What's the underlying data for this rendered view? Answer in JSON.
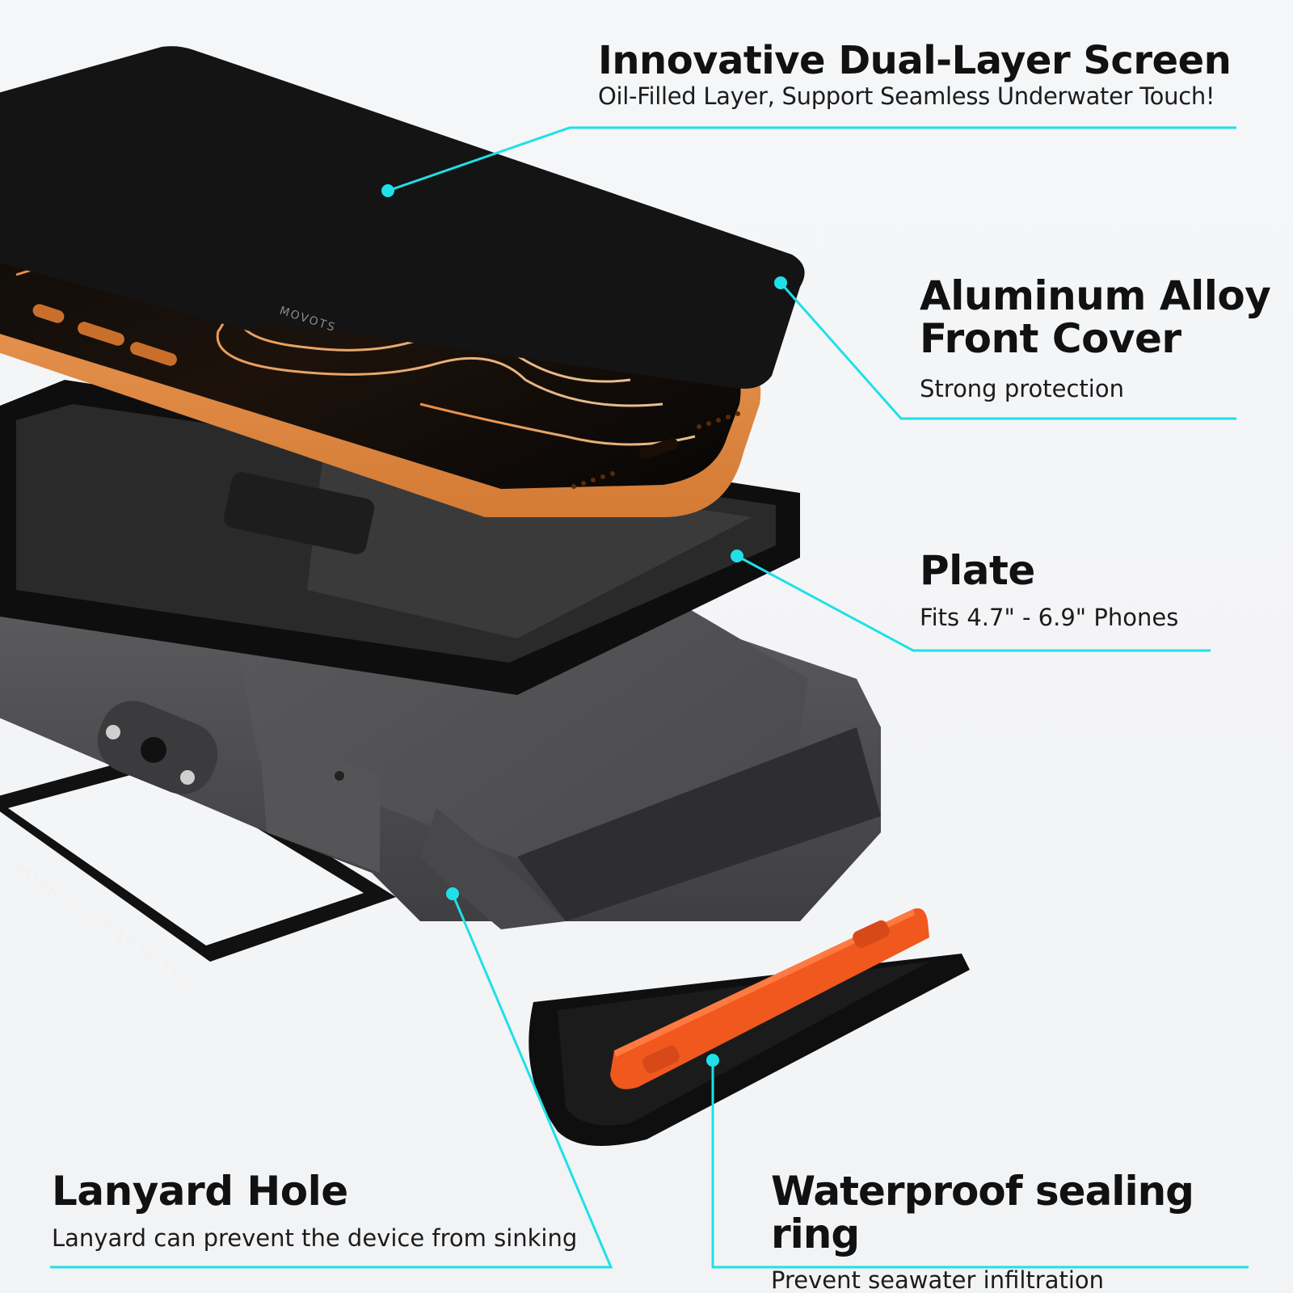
{
  "colors": {
    "background": "#f4f5f7",
    "leader_line": "#1fe0e8",
    "case_gray": "#5a5a5c",
    "frame_black": "#1a1a1a",
    "phone_orange": "#e9974f",
    "seal_orange": "#f0581e"
  },
  "product": {
    "brand_mark": "MOVOTS",
    "edge_print": "WATERPROOF 10 METER"
  },
  "callouts": {
    "screen": {
      "title": "Innovative Dual-Layer Screen",
      "subtitle": "Oil-Filled Layer, Support Seamless Underwater Touch!"
    },
    "cover": {
      "title_line1": "Aluminum Alloy",
      "title_line2": "Front Cover",
      "subtitle": "Strong protection"
    },
    "plate": {
      "title": "Plate",
      "subtitle": "Fits 4.7\" - 6.9\" Phones"
    },
    "lanyard": {
      "title": "Lanyard Hole",
      "subtitle": "Lanyard can prevent the device from sinking"
    },
    "seal": {
      "title": "Waterproof sealing ring",
      "subtitle": "Prevent seawater infiltration"
    }
  },
  "icons": [
    "leader-dot-icon",
    "screw-icon",
    "lanyard-hole-icon"
  ]
}
